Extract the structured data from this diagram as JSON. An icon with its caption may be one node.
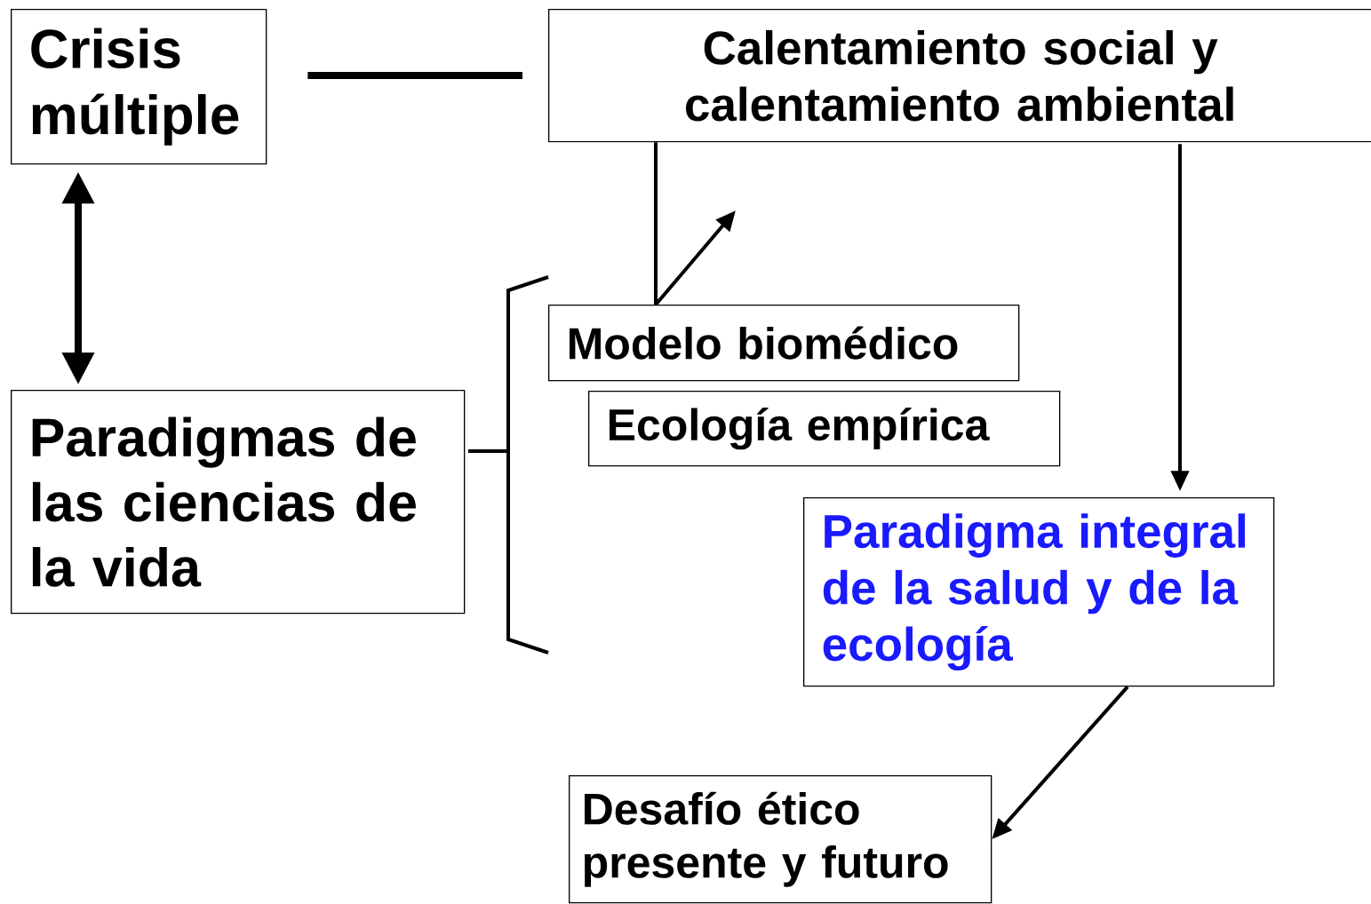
{
  "diagram": {
    "nodes": [
      {
        "text": [
          "Crisis múltiple"
        ]
      },
      {
        "text": [
          "Calentamiento social y calentamiento ambiental"
        ]
      },
      {
        "text": [
          "Paradigmas de las ciencias de la vida"
        ]
      },
      {
        "text": [
          "Modelo biomédico"
        ]
      },
      {
        "text": [
          "Ecología empírica"
        ]
      },
      {
        "text": [
          "Paradigma integral de la salud y de la ecología"
        ]
      },
      {
        "text": [
          "Desafío ético presente y futuro"
        ]
      }
    ],
    "edges": [
      {
        "from": 0,
        "to": 1,
        "arrow": "none",
        "style": "thick"
      },
      {
        "from": 0,
        "to": 2,
        "arrow": "both",
        "style": "thick"
      },
      {
        "from": 1,
        "to": 3,
        "arrow": "none"
      },
      {
        "from": 3,
        "to": null,
        "arrow": "to"
      },
      {
        "from": 1,
        "to": 5,
        "arrow": "to"
      },
      {
        "from": 5,
        "to": 6,
        "arrow": "to"
      }
    ]
  }
}
